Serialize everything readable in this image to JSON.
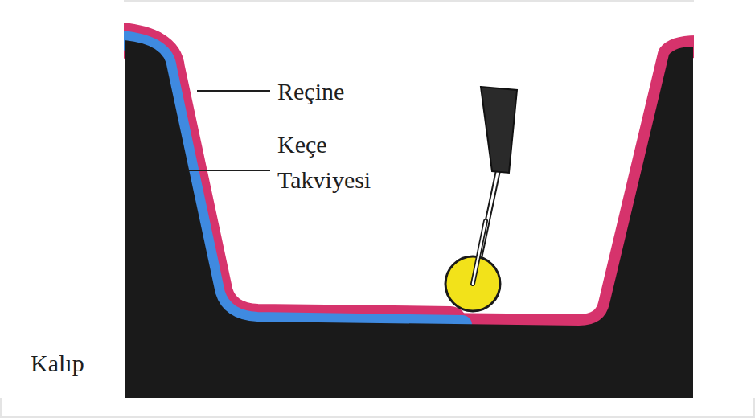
{
  "diagram": {
    "labels": [
      "Reçine",
      "Keçe Takviyesi",
      "Kalıp"
    ]
  }
}
